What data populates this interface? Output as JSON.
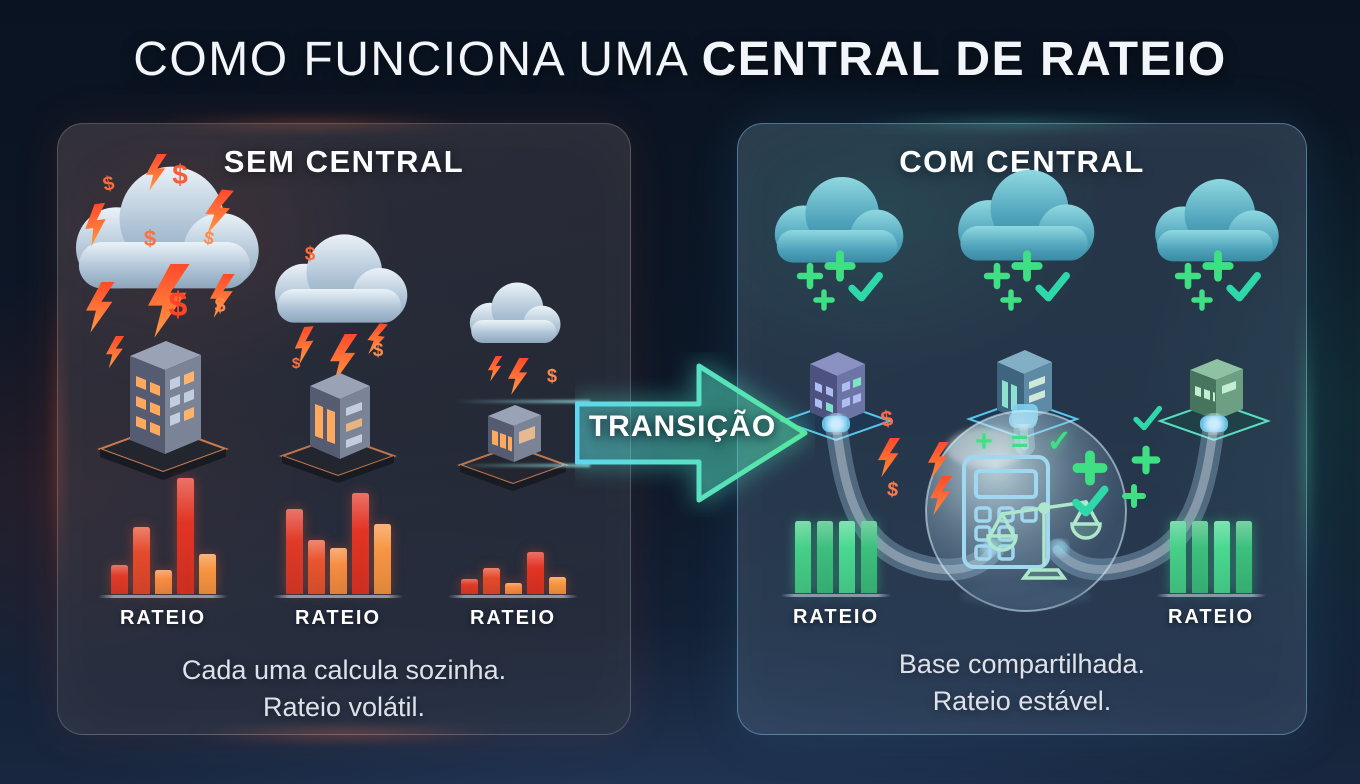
{
  "title": {
    "prefix": "COMO FUNCIONA UMA",
    "emphasis": "CENTRAL DE RATEIO"
  },
  "transition": {
    "label": "TRANSIÇÃO"
  },
  "left_panel": {
    "header": "SEM CENTRAL",
    "currency_symbol": "$",
    "chart_label": "RATEIO",
    "caption": [
      "Cada uma calcula sozinha.",
      "Rateio volátil."
    ],
    "accent_color": "#ff5a3a",
    "charts": [
      {
        "type": "bar",
        "values": [
          25,
          57,
          20,
          98,
          34
        ],
        "colors": [
          "#e03a28",
          "#e54a2c",
          "#f68d42",
          "#e23424",
          "#f79542"
        ]
      },
      {
        "type": "bar",
        "values": [
          72,
          46,
          39,
          86,
          59
        ],
        "colors": [
          "#e03a28",
          "#e8552f",
          "#f68d42",
          "#e23424",
          "#f79542"
        ]
      },
      {
        "type": "bar",
        "values": [
          13,
          22,
          9,
          36,
          14
        ],
        "colors": [
          "#e03a28",
          "#e54a2c",
          "#f68d42",
          "#e23424",
          "#f79542"
        ]
      }
    ]
  },
  "right_panel": {
    "header": "COM CENTRAL",
    "equation": "+ = ✓",
    "chart_label": "RATEIO",
    "caption": [
      "Base compartilhada.",
      "Rateio estável."
    ],
    "accent_color": "#3ee08f",
    "charts": [
      {
        "type": "bar",
        "values": [
          100,
          100,
          100,
          100
        ],
        "colors": [
          "#46cf88",
          "#3cbf7d",
          "#4ad891",
          "#3cbf7d"
        ]
      },
      {
        "type": "bar",
        "values": [
          100,
          100,
          100,
          100
        ],
        "colors": [
          "#46cf88",
          "#3cbf7d",
          "#4ad891",
          "#3cbf7d"
        ]
      }
    ]
  }
}
